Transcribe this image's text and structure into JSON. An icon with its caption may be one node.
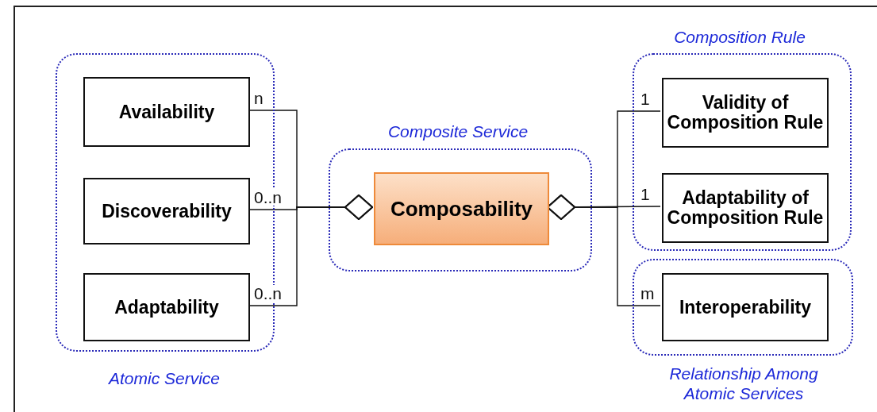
{
  "diagram": {
    "nodes": [
      {
        "text": [
          "Atomic Service"
        ]
      },
      {
        "text": [
          "Availability"
        ],
        "in": 0
      },
      {
        "text": [
          "Discoverability"
        ],
        "in": 0
      },
      {
        "text": [
          "Adaptability"
        ],
        "in": 0
      },
      {
        "text": [
          "Composite Service"
        ]
      },
      {
        "text": [
          "Composability"
        ],
        "in": 4
      },
      {
        "text": [
          "Composition Rule"
        ]
      },
      {
        "text": [
          "Validity of Composition Rule"
        ],
        "in": 6
      },
      {
        "text": [
          "Adaptability of Composition Rule"
        ],
        "in": 6
      },
      {
        "text": [
          "Relationship Among Atomic Services"
        ]
      },
      {
        "text": [
          "Interoperability"
        ],
        "in": 9
      }
    ],
    "edges": [
      {
        "from": 1,
        "to": 5,
        "arrow": "other",
        "label": "n"
      },
      {
        "from": 2,
        "to": 5,
        "arrow": "other",
        "label": "0..n"
      },
      {
        "from": 3,
        "to": 5,
        "arrow": "other",
        "label": "0..n"
      },
      {
        "from": 7,
        "to": 5,
        "arrow": "other",
        "label": "1"
      },
      {
        "from": 8,
        "to": 5,
        "arrow": "other",
        "label": "1"
      },
      {
        "from": 10,
        "to": 5,
        "arrow": "other",
        "label": "m"
      }
    ]
  }
}
